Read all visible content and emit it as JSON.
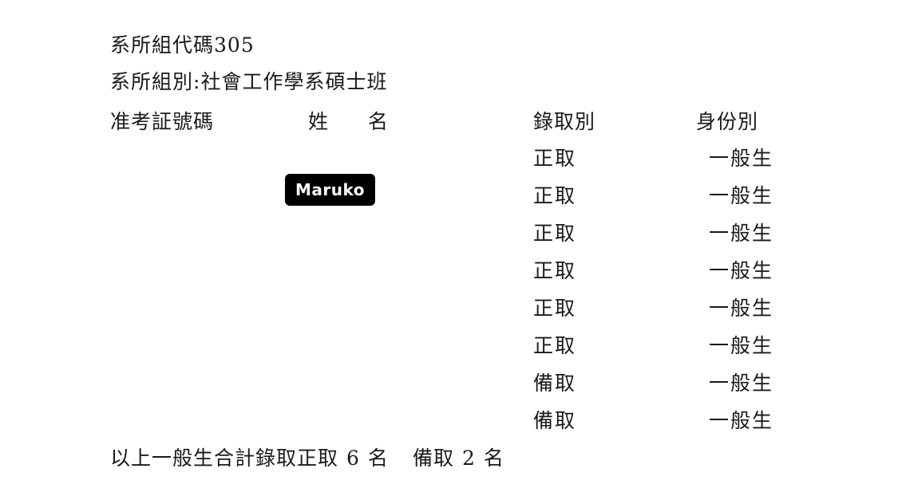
{
  "header": {
    "code_label": "系所組代碼",
    "code_value": "305",
    "dept_label": "系所組別:",
    "dept_value": "社會工作學系碩士班"
  },
  "columns": {
    "exam_no": "准考証號碼",
    "name": "姓名",
    "admission_type": "錄取別",
    "status": "身份別"
  },
  "rows": [
    {
      "admission_type": "正取",
      "status": "一般生"
    },
    {
      "admission_type": "正取",
      "status": "一般生"
    },
    {
      "admission_type": "正取",
      "status": "一般生"
    },
    {
      "admission_type": "正取",
      "status": "一般生"
    },
    {
      "admission_type": "正取",
      "status": "一般生"
    },
    {
      "admission_type": "正取",
      "status": "一般生"
    },
    {
      "admission_type": "備取",
      "status": "一般生"
    },
    {
      "admission_type": "備取",
      "status": "一般生"
    }
  ],
  "overlay_label": "Maruko",
  "summary": {
    "prefix": "以上一般生合計錄取正取",
    "regular_count": "6",
    "unit1": "名",
    "waitlist_label": "備取",
    "waitlist_count": "2",
    "unit2": "名"
  }
}
